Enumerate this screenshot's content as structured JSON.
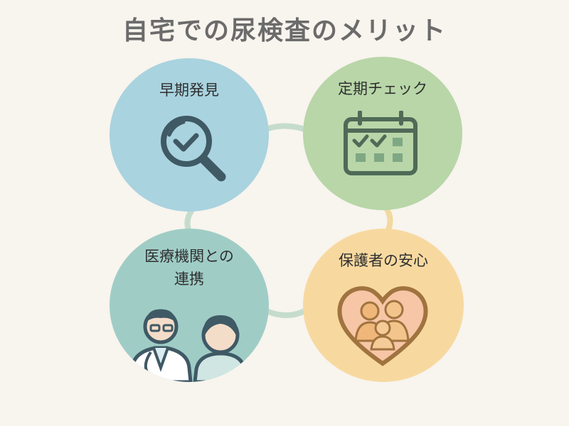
{
  "title": "自宅での尿検査のメリット",
  "benefits": {
    "early_detection": {
      "label": "早期発見",
      "icon": "magnifier-check-icon",
      "color": "#a9d3df"
    },
    "regular_check": {
      "label": "定期チェック",
      "icon": "calendar-check-icon",
      "color": "#b8d6a8"
    },
    "medical_cooperation": {
      "label_line1": "医療機関との",
      "label_line2": "連携",
      "icon": "doctor-and-patient-icon",
      "color": "#9fcdc6"
    },
    "guardian_peace": {
      "label": "保護者の安心",
      "icon": "family-heart-icon",
      "color": "#f7d9a0"
    }
  },
  "colors": {
    "background": "#f8f4ee",
    "title": "#6b6b6b",
    "connector_blue_green": "#c5dccd",
    "connector_yellow": "#f2d9a0",
    "icon_dark": "#3f5965"
  }
}
